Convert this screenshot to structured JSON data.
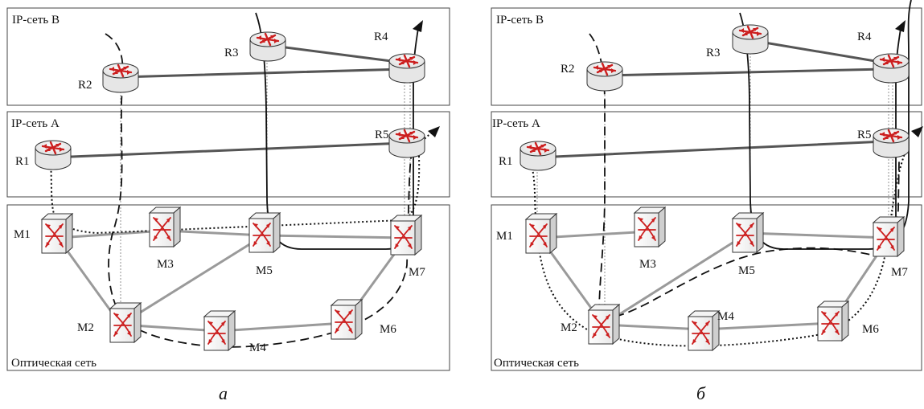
{
  "diagram": {
    "layers": {
      "ip_b": "IP-сеть B",
      "ip_a": "IP-сеть A",
      "optical": "Оптическая сеть"
    },
    "routers": [
      "R1",
      "R2",
      "R3",
      "R4",
      "R5"
    ],
    "switches": [
      "M1",
      "M2",
      "M3",
      "M4",
      "M5",
      "M6",
      "M7"
    ],
    "captions": [
      "а",
      "б"
    ],
    "colors": {
      "ip_link": "#555555",
      "optical_link": "#9a9a9a",
      "arrow_red": "#cc1f1f",
      "frame": "#444444"
    },
    "icons": [
      "router-icon",
      "optical-switch-icon"
    ]
  }
}
